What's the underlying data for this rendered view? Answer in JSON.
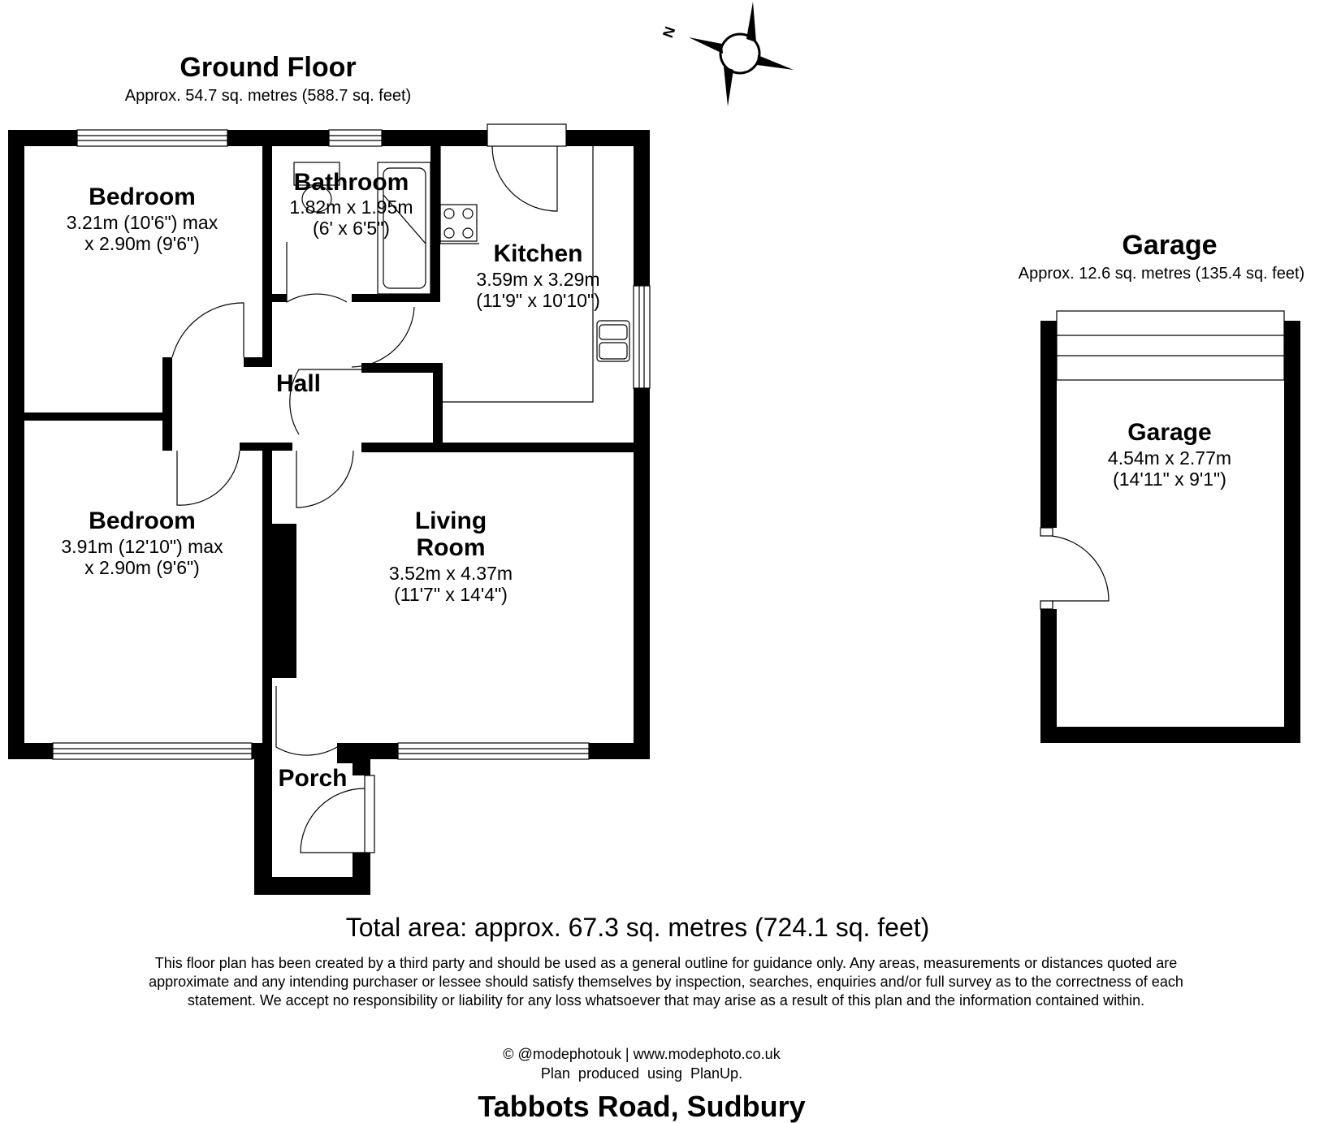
{
  "ground_floor": {
    "title": "Ground Floor",
    "area": "Approx. 54.7 sq. metres (588.7 sq. feet)"
  },
  "garage_section": {
    "title": "Garage",
    "area": "Approx. 12.6 sq. metres (135.4 sq. feet)"
  },
  "compass": {
    "label": "N"
  },
  "rooms": {
    "bedroom1": {
      "name": "Bedroom",
      "dim1": "3.21m (10'6\") max",
      "dim2": "x 2.90m (9'6\")"
    },
    "bathroom": {
      "name": "Bathroom",
      "dim1": "1.82m x 1.95m",
      "dim2": "(6' x 6'5\")"
    },
    "kitchen": {
      "name": "Kitchen",
      "dim1": "3.59m x 3.29m",
      "dim2": "(11'9\" x 10'10\")"
    },
    "hall": {
      "name": "Hall"
    },
    "bedroom2": {
      "name": "Bedroom",
      "dim1": "3.91m (12'10\") max",
      "dim2": "x 2.90m (9'6\")"
    },
    "living": {
      "name1": "Living",
      "name2": "Room",
      "dim1": "3.52m x 4.37m",
      "dim2": "(11'7\" x 14'4\")"
    },
    "porch": {
      "name": "Porch"
    },
    "garage": {
      "name": "Garage",
      "dim1": "4.54m x 2.77m",
      "dim2": "(14'11\" x 9'1\")"
    }
  },
  "total_area": "Total area: approx. 67.3 sq. metres (724.1 sq. feet)",
  "disclaimer": "This floor plan has been created by a third party and should be used as a general outline for guidance only. Any areas, measurements or distances quoted are approximate and any intending purchaser or lessee should satisfy themselves by inspection, searches, enquiries and/or full survey as to the correctness of each statement. We accept no responsibility or liability for any loss whatsoever that may arise as a result of this plan and the information contained within.",
  "credit_line1": "© @modephotouk | www.modephoto.co.uk",
  "credit_line2": "Plan  produced  using  PlanUp.",
  "address": "Tabbots Road, Sudbury"
}
